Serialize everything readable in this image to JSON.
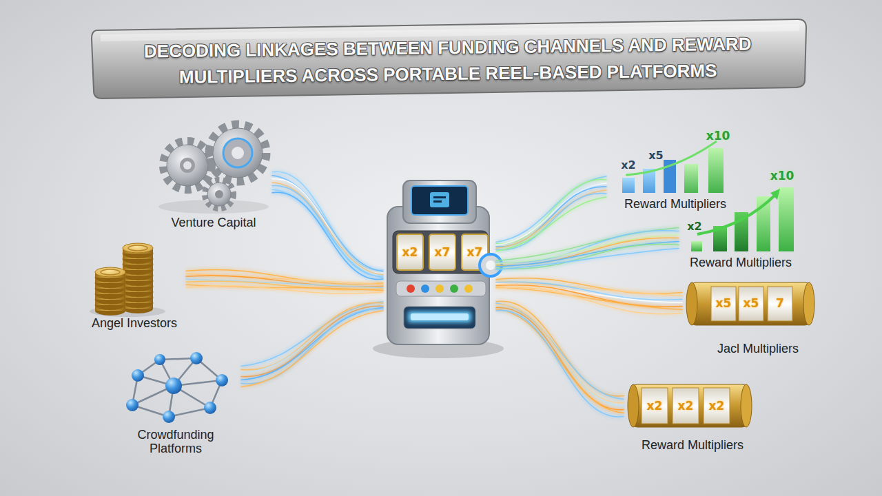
{
  "diagram": {
    "title": "DECODING LINKAGES BETWEEN FUNDING CHANNELS AND REWARD MULTIPLIERS ACROSS PORTABLE REEL-BASED PLATFORMS",
    "nodes": [
      {
        "text": [
          "Venture Capital"
        ]
      },
      {
        "text": [
          "Angel Investors"
        ]
      },
      {
        "text": [
          "Crowdfunding Platforms"
        ]
      },
      {
        "text": [
          "x2",
          "x7",
          "x7"
        ]
      },
      {
        "text": [
          "x2",
          "x5",
          "x10",
          "Reward Multipliers"
        ]
      },
      {
        "text": [
          "x2",
          "x10",
          "Reward Multipliers"
        ]
      },
      {
        "text": [
          "x5",
          "x5",
          "7",
          "Jacl Multipliers"
        ]
      },
      {
        "text": [
          "x2",
          "x2",
          "x2",
          "Reward Multipliers"
        ]
      }
    ],
    "edges": [
      {
        "from": 0,
        "to": 3,
        "arrow": "none"
      },
      {
        "from": 1,
        "to": 3,
        "arrow": "none"
      },
      {
        "from": 2,
        "to": 3,
        "arrow": "none"
      },
      {
        "from": 3,
        "to": 4,
        "arrow": "none"
      },
      {
        "from": 3,
        "to": 5,
        "arrow": "none"
      },
      {
        "from": 3,
        "to": 6,
        "arrow": "none"
      },
      {
        "from": 3,
        "to": 7,
        "arrow": "none"
      }
    ]
  }
}
